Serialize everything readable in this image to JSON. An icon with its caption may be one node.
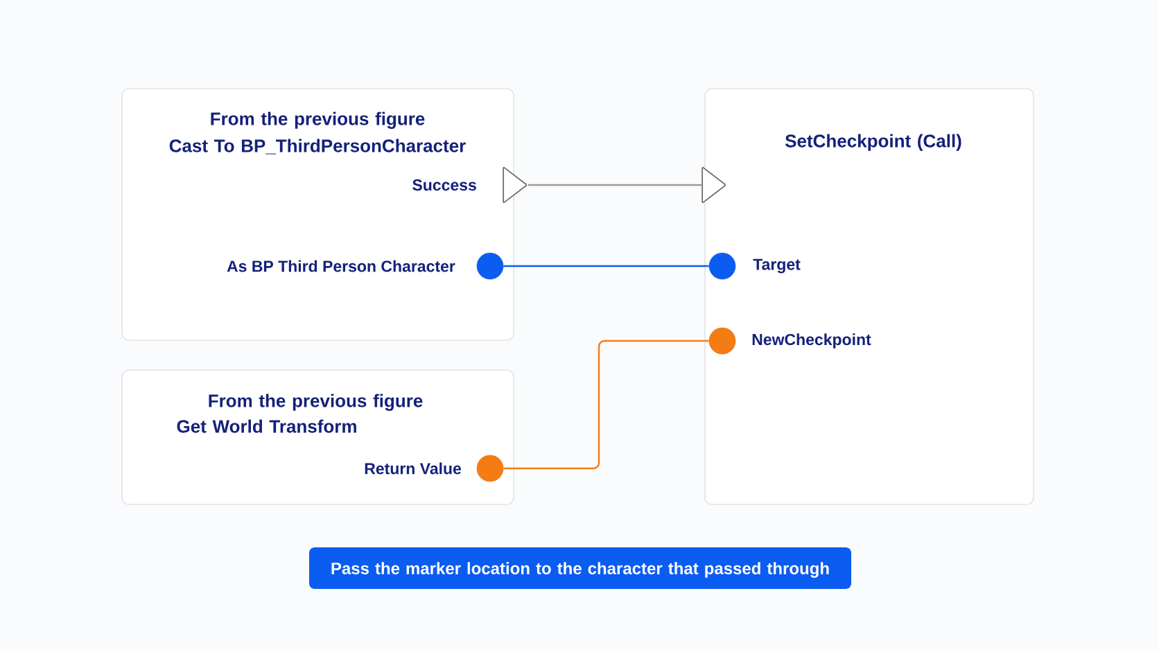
{
  "diagram": {
    "nodes": [
      {
        "text": [
          "From the previous figure",
          "Cast To BP_ThirdPersonCharacter"
        ]
      },
      {
        "text": [],
        "shape": "triangle",
        "beside": [
          "Success"
        ]
      },
      {
        "text": [],
        "shape": "circle",
        "in": 0,
        "beside": [
          "As BP Third Person Character"
        ]
      },
      {
        "text": [
          "From the previous figure",
          "Get World Transform"
        ]
      },
      {
        "text": [],
        "shape": "circle",
        "in": 3,
        "beside": [
          "Return Value"
        ]
      },
      {
        "text": [
          "SetCheckpoint (Call)"
        ]
      },
      {
        "text": [],
        "shape": "triangle"
      },
      {
        "text": [],
        "shape": "circle",
        "in": 5,
        "beside": [
          "Target"
        ]
      },
      {
        "text": [],
        "shape": "circle",
        "in": 5,
        "beside": [
          "NewCheckpoint"
        ]
      },
      {
        "text": [
          "Pass the marker location to the character that passed through"
        ]
      }
    ],
    "edges": [
      {
        "from": 1,
        "to": 6,
        "arrow": "none",
        "color": "#9a9a9a"
      },
      {
        "from": 2,
        "to": 7,
        "arrow": "none",
        "color": "#0b5cf0"
      },
      {
        "from": 4,
        "to": 8,
        "arrow": "none",
        "color": "#f57c12"
      }
    ]
  }
}
